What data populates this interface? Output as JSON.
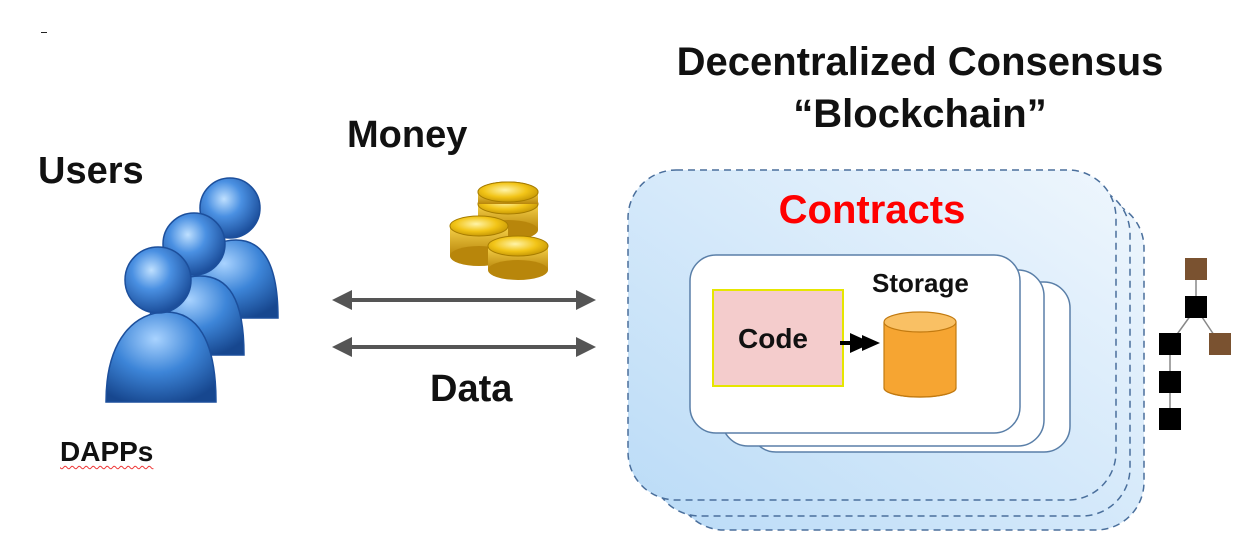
{
  "title": {
    "line1": "Decentralized Consensus",
    "line2": "“Blockchain”"
  },
  "users": {
    "label": "Users",
    "caption": "DAPPs"
  },
  "flows": {
    "money_label": "Money",
    "data_label": "Data"
  },
  "contracts": {
    "title": "Contracts",
    "code_label": "Code",
    "storage_label": "Storage"
  },
  "colors": {
    "contracts_title": "#ff0000",
    "code_box_fill": "#f4cccc",
    "code_box_border": "#ffff00",
    "storage_fill": "#f6a532",
    "chain_block_brown": "#7a5230",
    "chain_block_black": "#000000",
    "user_icon_blue": "#3b7fd4"
  }
}
